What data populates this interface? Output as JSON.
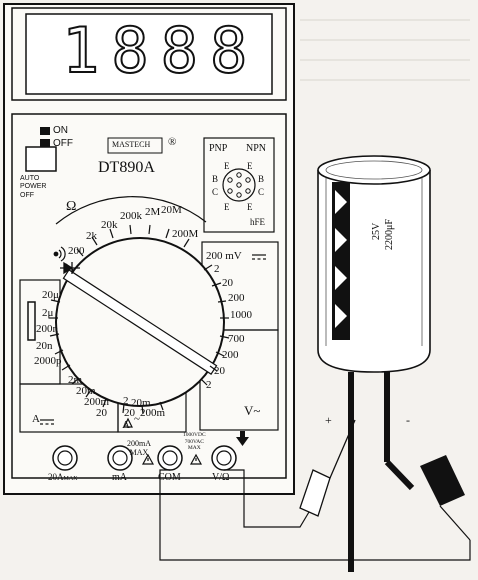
{
  "display": {
    "reading": "1888"
  },
  "power": {
    "on_label": "ON",
    "off_label": "OFF",
    "auto_off_label": "AUTO\nPOWER\nOFF"
  },
  "brand": {
    "maker": "MASTECH",
    "registered": "®",
    "model": "DT890A"
  },
  "transistor": {
    "pnp": "PNP",
    "npn": "NPN",
    "b": "B",
    "c": "C",
    "e": "E",
    "hfe": "hFE"
  },
  "dial": {
    "ohm_symbol": "Ω",
    "ohm_ranges": [
      "200",
      "2k",
      "20k",
      "200k",
      "2M",
      "20M",
      "200M"
    ],
    "dcv_label": "200 mV",
    "dcv_ranges": [
      "2",
      "20",
      "200",
      "1000"
    ],
    "acv_ranges": [
      "700",
      "200",
      "20",
      "2"
    ],
    "acv_label": "V~",
    "cap_ranges": [
      "20μ",
      "2μ",
      "200n",
      "20n",
      "2000p"
    ],
    "dca_ranges": [
      "2m",
      "20m",
      "200m",
      "20"
    ],
    "dca_label": "A",
    "aca_ranges": [
      "2",
      "20m",
      "200m",
      "20"
    ],
    "aca_label": "A"
  },
  "jacks": {
    "a20": "20A",
    "a20_sub": "MAX",
    "ma": "mA",
    "ma_max": "200mA\nMAX",
    "com": "COM",
    "com_rating": "1000VDC\n700VAC\nMAX",
    "vohm": "V/Ω"
  },
  "capacitor": {
    "voltage": "25V",
    "capacitance": "2200μF"
  }
}
